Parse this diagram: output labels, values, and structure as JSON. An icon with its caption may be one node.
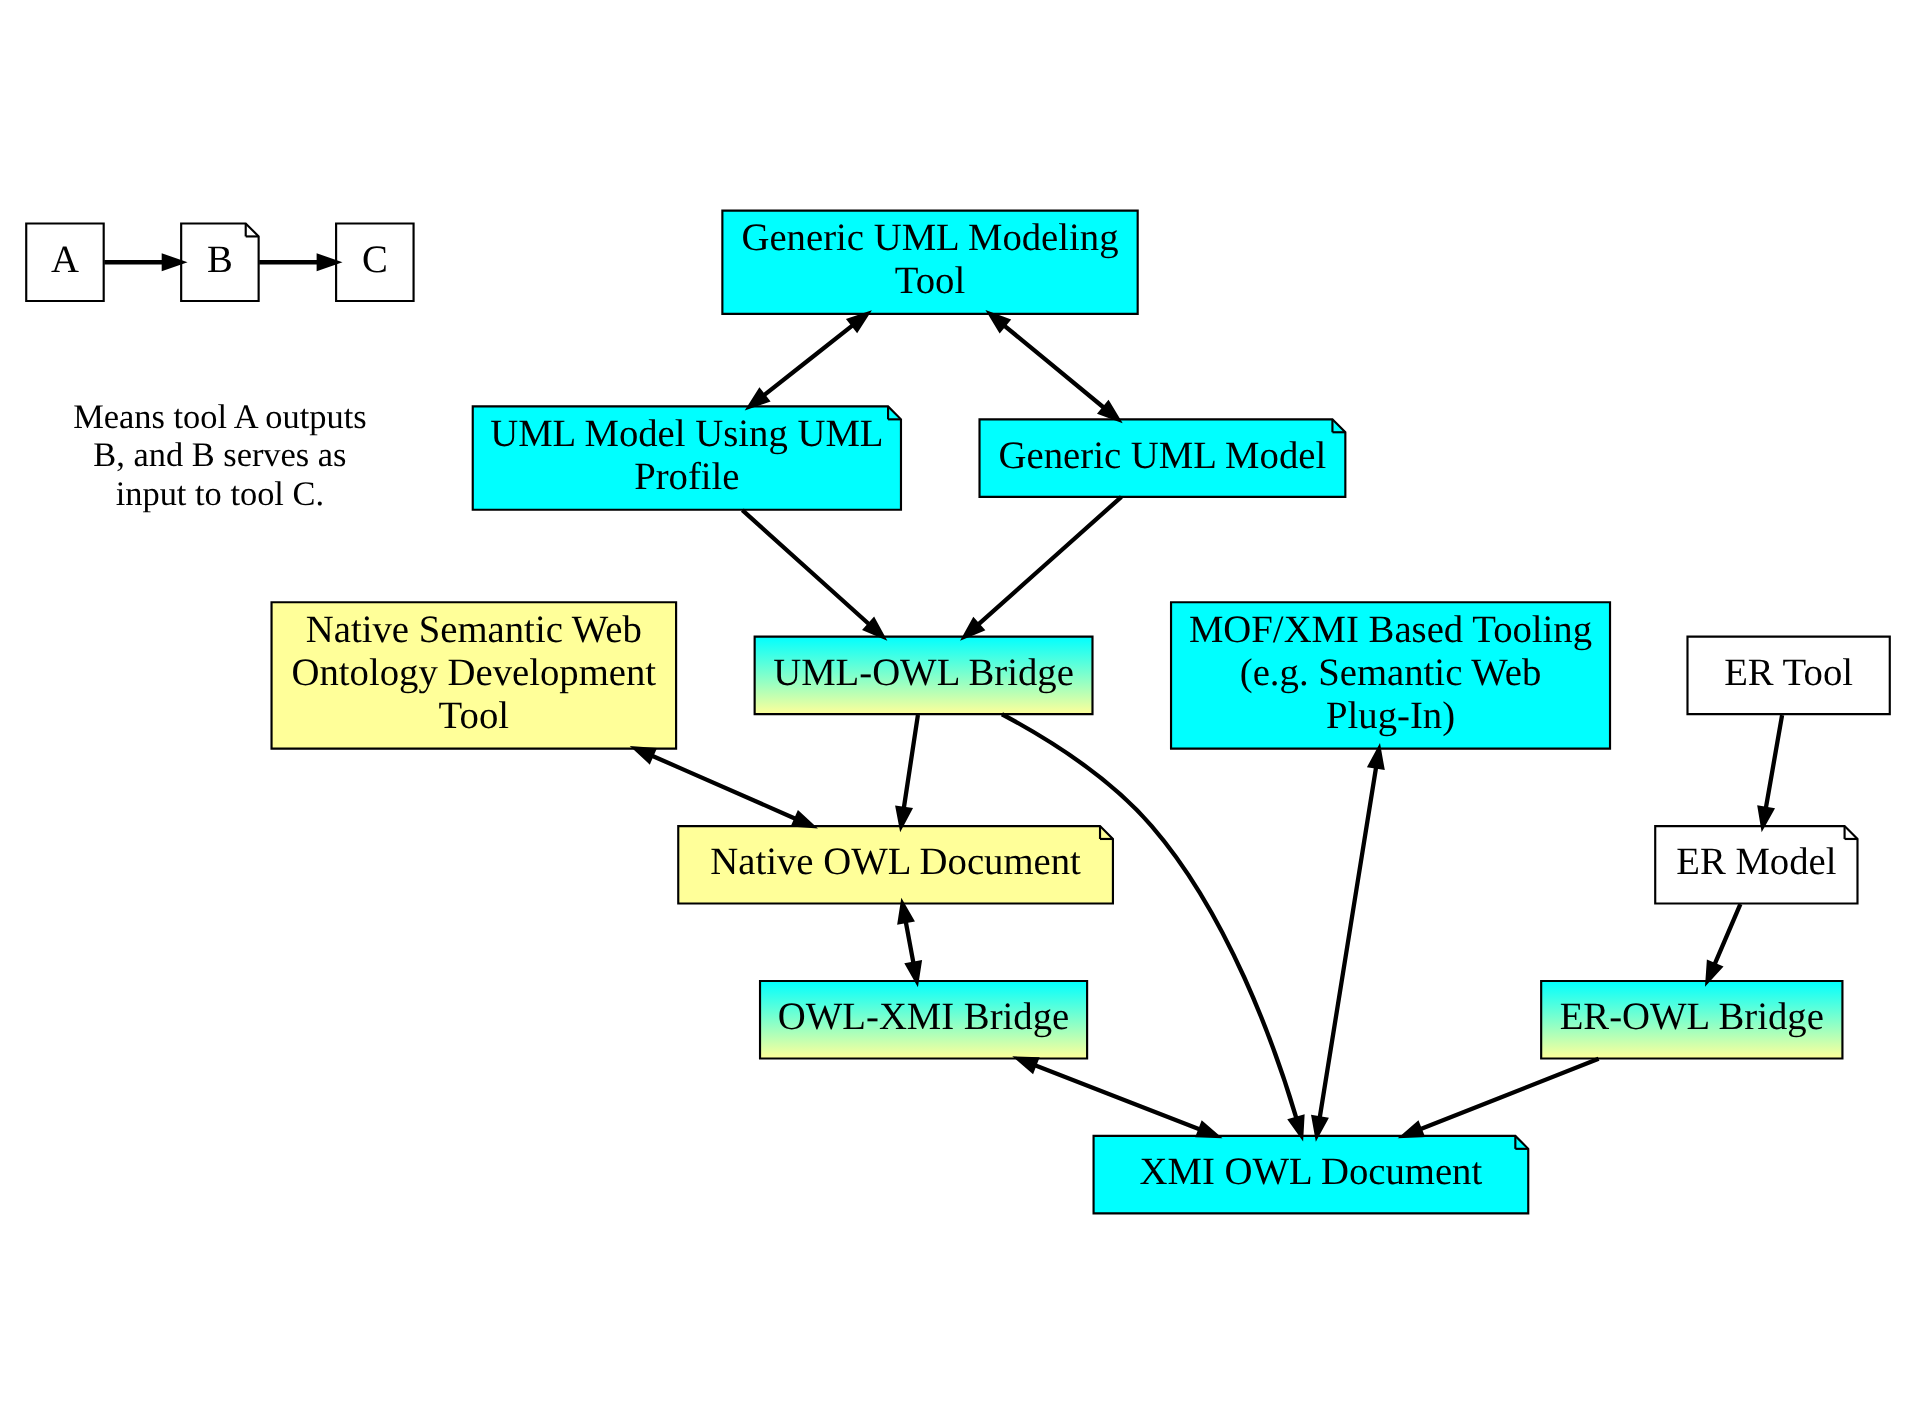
{
  "diagram": {
    "nodes": [
      {
        "text": [
          "A"
        ]
      },
      {
        "text": [
          "B"
        ]
      },
      {
        "text": [
          "C"
        ]
      },
      {
        "text": [
          "Generic UML Modeling Tool"
        ]
      },
      {
        "text": [
          "UML Model Using UML Profile"
        ]
      },
      {
        "text": [
          "Generic UML Model"
        ]
      },
      {
        "text": [
          "Native Semantic Web Ontology Development Tool"
        ]
      },
      {
        "text": [
          "UML-OWL Bridge"
        ]
      },
      {
        "text": [
          "MOF/XMI Based Tooling (e.g. Semantic Web Plug-In)"
        ]
      },
      {
        "text": [
          "Native OWL Document"
        ]
      },
      {
        "text": [
          "XMI OWL Document"
        ]
      },
      {
        "text": [
          "OWL-XMI Bridge"
        ]
      },
      {
        "text": [
          "ER Tool"
        ]
      },
      {
        "text": [
          "ER-OWL Bridge"
        ]
      },
      {
        "text": [
          "ER Model"
        ]
      }
    ],
    "edges": [
      {
        "from": 0,
        "to": 1,
        "arrow": "to"
      },
      {
        "from": 1,
        "to": 2,
        "arrow": "to"
      },
      {
        "from": 3,
        "to": 4,
        "arrow": "both"
      },
      {
        "from": 3,
        "to": 5,
        "arrow": "both"
      },
      {
        "from": 4,
        "to": 7,
        "arrow": "to"
      },
      {
        "from": 5,
        "to": 7,
        "arrow": "to"
      },
      {
        "from": 6,
        "to": 9,
        "arrow": "both"
      },
      {
        "from": 7,
        "to": 9,
        "arrow": "to"
      },
      {
        "from": 7,
        "to": 10,
        "arrow": "to"
      },
      {
        "from": 8,
        "to": 10,
        "arrow": "both"
      },
      {
        "from": 9,
        "to": 11,
        "arrow": "both"
      },
      {
        "from": 11,
        "to": 10,
        "arrow": "both"
      },
      {
        "from": 12,
        "to": 14,
        "arrow": "to"
      },
      {
        "from": 14,
        "to": 13,
        "arrow": "to"
      },
      {
        "from": 13,
        "to": 10,
        "arrow": "to"
      }
    ],
    "labels": [
      "Means tool A outputs B, and B serves as input to tool C."
    ]
  }
}
